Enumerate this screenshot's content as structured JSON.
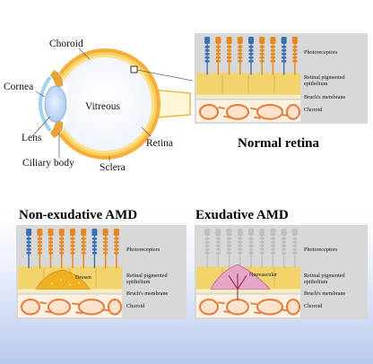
{
  "eye": {
    "labels": {
      "choroid": "Choroid",
      "cornea": "Cornea",
      "vitreous": "Vitreous",
      "lens": "Lens",
      "ciliary_body": "Ciliary body",
      "retina": "Retina",
      "sclera": "Sclera"
    }
  },
  "panels": {
    "normal": {
      "title": "Normal retina",
      "labels": {
        "photoreceptors": "Photoreceptors",
        "rpe": "Retinal pigmented\nepithelium",
        "bruch": "Bruch's membrane",
        "choroid": "Choroid"
      }
    },
    "nonexudative": {
      "title": "Non-exudative AMD",
      "labels": {
        "photoreceptors": "Photoreceptors",
        "rpe": "Retinal pigmented\nepithelium",
        "bruch": "Bruch's membrane",
        "choroid": "Choroid",
        "drusen": "Drusen"
      }
    },
    "exudative": {
      "title": "Exudative AMD",
      "labels": {
        "photoreceptors": "Photoreceptors",
        "rpe": "Retinal pigmented\nepithelium",
        "bruch": "Bruch's membrane",
        "choroid": "Choroid",
        "neovascular": "Neovascular"
      }
    }
  },
  "colors": {
    "rod_orange": "#e8871e",
    "cone_blue": "#3a6fb8",
    "rpe_yellow": "#f3d36b",
    "choroid_orange": "#e07b3c",
    "panel_gray": "#d8d8d8",
    "drusen": "#f0b020",
    "neovascular": "#e7a5c8",
    "faded_rod": "#bfbfbf"
  }
}
